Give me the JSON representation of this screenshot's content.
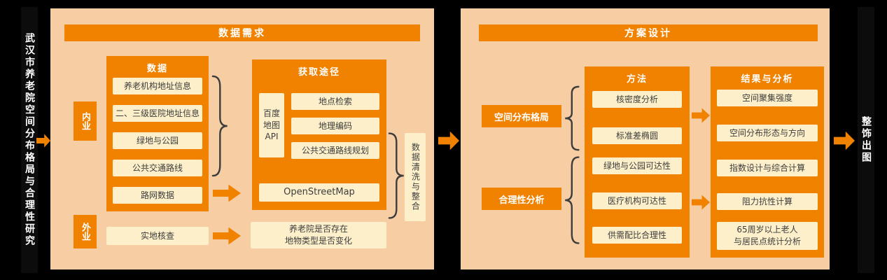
{
  "colors": {
    "accent_orange": "#F08200",
    "panel_peach": "#F7CDA3",
    "item_cream": "#FCEFC9",
    "background_black": "#000000",
    "text_dark": "#3D3D3D",
    "text_white": "#FFFFFF"
  },
  "left_bar": {
    "title": "武汉市养老院空间分布格局与合理性研究"
  },
  "right_bar": {
    "title": "整饰出图"
  },
  "data_panel": {
    "title": "数据需求",
    "indoor_label": "内业",
    "field_label": "外业",
    "data_column": {
      "header": "数据",
      "items": [
        "养老机构地址信息",
        "二、三级医院地址信息",
        "绿地与公园",
        "公共交通路线",
        "路网数据"
      ]
    },
    "acquisition_column": {
      "header": "获取途径",
      "api_label": "百度\n地图\nAPI",
      "items": [
        "地点检索",
        "地理编码",
        "公共交通路线规划"
      ],
      "osm_label": "OpenStreetMap"
    },
    "cleaning_label": "数据清洗与整合",
    "field_check_label": "实地核查",
    "field_result": "养老院是否存在\n地物类型是否变化"
  },
  "design_panel": {
    "title": "方案设计",
    "group1_label": "空间分布格局",
    "group2_label": "合理性分析",
    "methods_column": {
      "header": "方法",
      "items": [
        "核密度分析",
        "标准差椭圆",
        "绿地与公园可达性",
        "医疗机构可达性",
        "供需配比合理性"
      ]
    },
    "results_column": {
      "header": "结果与分析",
      "items": [
        "空间聚集强度",
        "空间分布形态与方向",
        "指数设计与综合计算",
        "阻力抗性计算",
        "65周岁以上老人\n与居民点统计分析"
      ]
    }
  }
}
